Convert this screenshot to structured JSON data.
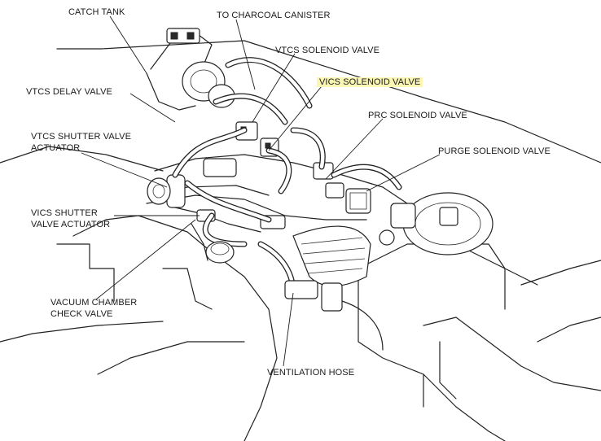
{
  "labels": {
    "catch_tank": "CATCH TANK",
    "charcoal_canister": "TO CHARCOAL CANISTER",
    "vtcs_solenoid": "VTCS SOLENOID VALVE",
    "vics_solenoid": "VICS SOLENOID VALVE",
    "vtcs_delay": "VTCS DELAY VALVE",
    "prc_solenoid": "PRC SOLENOID VALVE",
    "vtcs_shutter_1": "VTCS SHUTTER VALVE",
    "vtcs_shutter_2": "ACTUATOR",
    "purge_solenoid": "PURGE SOLENOID VALVE",
    "vics_shutter_1": "VICS SHUTTER",
    "vics_shutter_2": "VALVE ACTUATOR",
    "vacuum_check_1": "VACUUM CHAMBER",
    "vacuum_check_2": "CHECK VALVE",
    "ventilation_hose": "VENTILATION HOSE"
  },
  "colors": {
    "highlight": "#fbf6b4",
    "ink": "#1a1a1a",
    "background": "#ffffff"
  }
}
